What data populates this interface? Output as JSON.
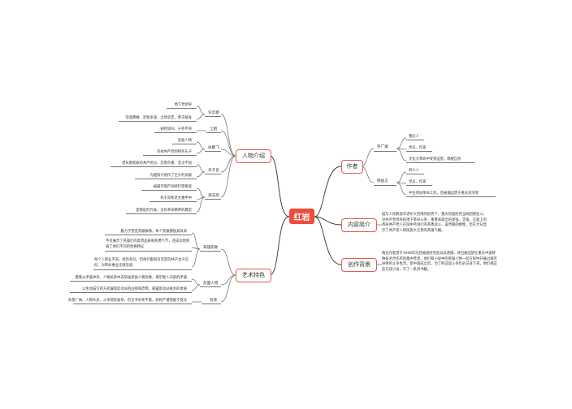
{
  "center": "红岩",
  "nodes": {
    "author": "作者",
    "intro": "内容简介",
    "background": "创作背景",
    "characters": "人物介绍",
    "art": "艺术特色"
  },
  "author": {
    "luo": {
      "name": "罗广斌",
      "items": [
        "重庆人",
        "党员、作家",
        "文化大革命中受到迫害，跳楼自杀"
      ]
    },
    "yang": {
      "name": "杨益言",
      "items": [
        "四川人",
        "党员、作家",
        "半生参加革命工作，后被捕囚禁于重庆渣滓洞"
      ]
    }
  },
  "intro_text": "描写人民解放军进军大西南的形势下，重庆的国民党当局困兽犹斗，对共产党领导的地下革命斗争，重重表现出的顽强、坚强、正面上的革命共产党人在狱中所进行的英勇战斗，虽然看的牺牲，但在大分显示了共产党人和民族大无畏的英雄气概。",
  "background_text": "两位作者曾于1948年先后被国民党反动派逮捕，并且被囚禁在重庆中美特种技术合作所的集中营里。他们和小说中的英雄人物一起在狱中开展过艰苦卓绝的斗争生活。新中国成立后，为了把这段斗争历史记录下来，他们把这些写成小说，写了一系列书籍。",
  "characters": {
    "jiang": {
      "name": "许云峰",
      "items": [
        "地下党领导",
        "坚强勇敢、足智多谋、立场坚定，勇于献身"
      ]
    },
    "jiangjie": {
      "name": "江姐",
      "items": [
        "视死如归、宁折不弯"
      ]
    },
    "xu": {
      "name": "徐鹏飞",
      "items": [
        "反面人物",
        "对抗共产党的特务头子"
      ]
    },
    "hua": {
      "name": "华子良",
      "items": [
        "曾长期装疯的共产党员、忍辱负重、坚贞不屈",
        "为越狱计划作了巨大的贡献"
      ]
    },
    "pu": {
      "name": "浦志高",
      "items": [
        "被捕不堪严刑拷打而叛变",
        "死于双枪老太婆手中",
        "是叛徒的代表，没有革命精神的典型"
      ]
    }
  },
  "art": {
    "hero": {
      "name": "英雄形象",
      "items": [
        "着力于塑造英雄群像，每个英雄都独具风采",
        "不仅展示了英雄们的高贵品质和英勇气节，还成功地刻画了他们不同的性格特征",
        "每个人职业不同，经历各异，但他们都具有坚定的共产主义信仰，对革命事业无限忠诚"
      ]
    },
    "villain": {
      "name": "反面人物",
      "items": [
        "看重从矛盾冲突、人物关系中去刻画反面人物形象，揭示敌人内部的矛盾",
        "以生动描写的方式展现反动派的凶残和恐惧，揭露反动派统治的本质"
      ]
    },
    "structure": {
      "name": "背景",
      "items": [
        "背景广阔、人物众多、斗争错综复杂，但全书有条不紊，结构严谨而富于变化"
      ]
    }
  }
}
